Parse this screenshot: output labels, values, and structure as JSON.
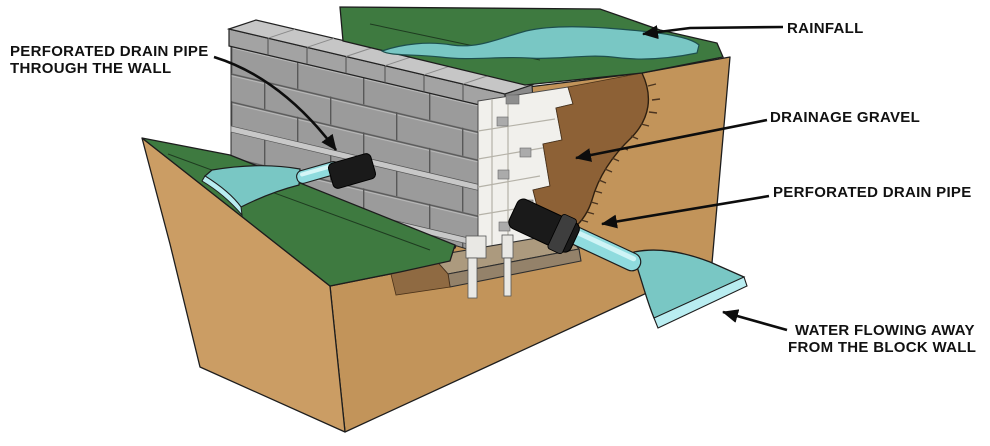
{
  "diagram": {
    "type": "illustration",
    "subject": "Retaining wall drainage cutaway diagram",
    "labels": {
      "pipe_through_wall_line1": "PERFORATED DRAIN PIPE",
      "pipe_through_wall_line2": "THROUGH THE WALL",
      "rainfall": "RAINFALL",
      "drainage_gravel": "DRAINAGE GRAVEL",
      "perforated_drain_pipe": "PERFORATED DRAIN PIPE",
      "water_flowing_line1": "WATER FLOWING AWAY",
      "water_flowing_line2": "FROM THE BLOCK WALL"
    },
    "colors": {
      "background": "#FFFFFF",
      "grass": "#3E7A40",
      "soil": "#C2945A",
      "soil_front": "#CB9D64",
      "soil_shadow": "#8D6136",
      "trench": "#8F6A42",
      "block_gray": "#9B9B9B",
      "block_cap": "#C6C6C6",
      "cap_front": "#A3A3A3",
      "gravel_white": "#F1F0EC",
      "footing_top": "#AC9A7E",
      "footing_front": "#94826A",
      "water": "#79C7C4",
      "water_light": "#B9EDF1",
      "water_pipe": "#8FDBDE",
      "pipe_black": "#1A1A1A",
      "label_text": "#111111"
    }
  }
}
